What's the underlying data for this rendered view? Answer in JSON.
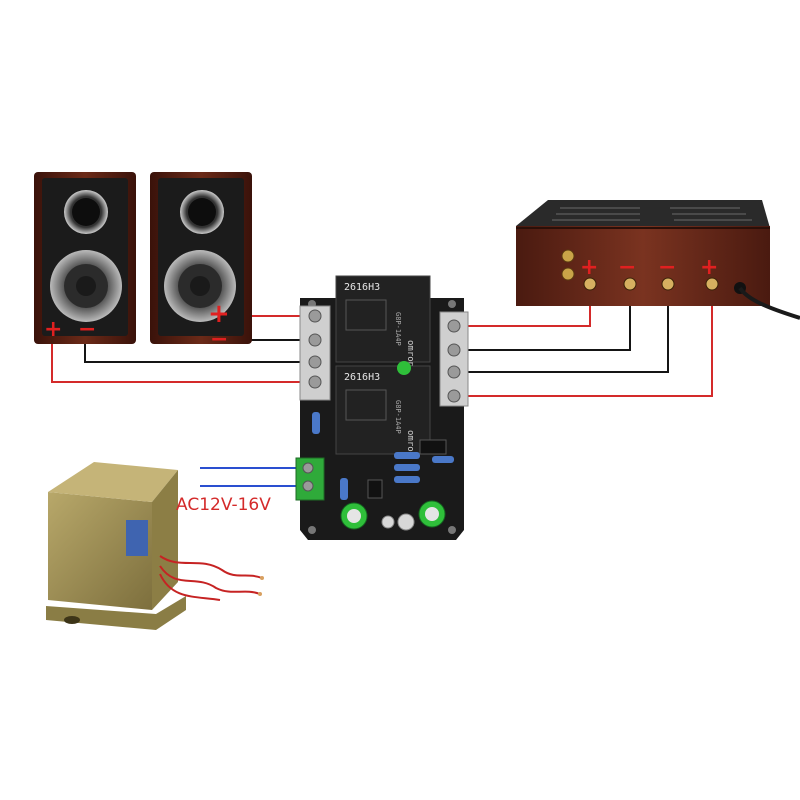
{
  "speaker_left": {
    "plus": "+",
    "minus": "−"
  },
  "speaker_right": {
    "plus": "+",
    "minus": "−"
  },
  "amplifier": {
    "terminals": [
      "+",
      "−",
      "−",
      "+"
    ]
  },
  "board": {
    "relay_top_marking": "2616H3",
    "relay_bottom_marking": "2616H3",
    "relay_brand": "omron",
    "relay_model": "G8P-1A4P"
  },
  "transformer": {
    "label": "AC12V-16V"
  },
  "colors": {
    "positive_wire": "#d42a2a",
    "negative_wire": "#151515",
    "power_wire": "#2a4fd0",
    "board": "#1a1a1a",
    "wood": "#5a1f12"
  }
}
